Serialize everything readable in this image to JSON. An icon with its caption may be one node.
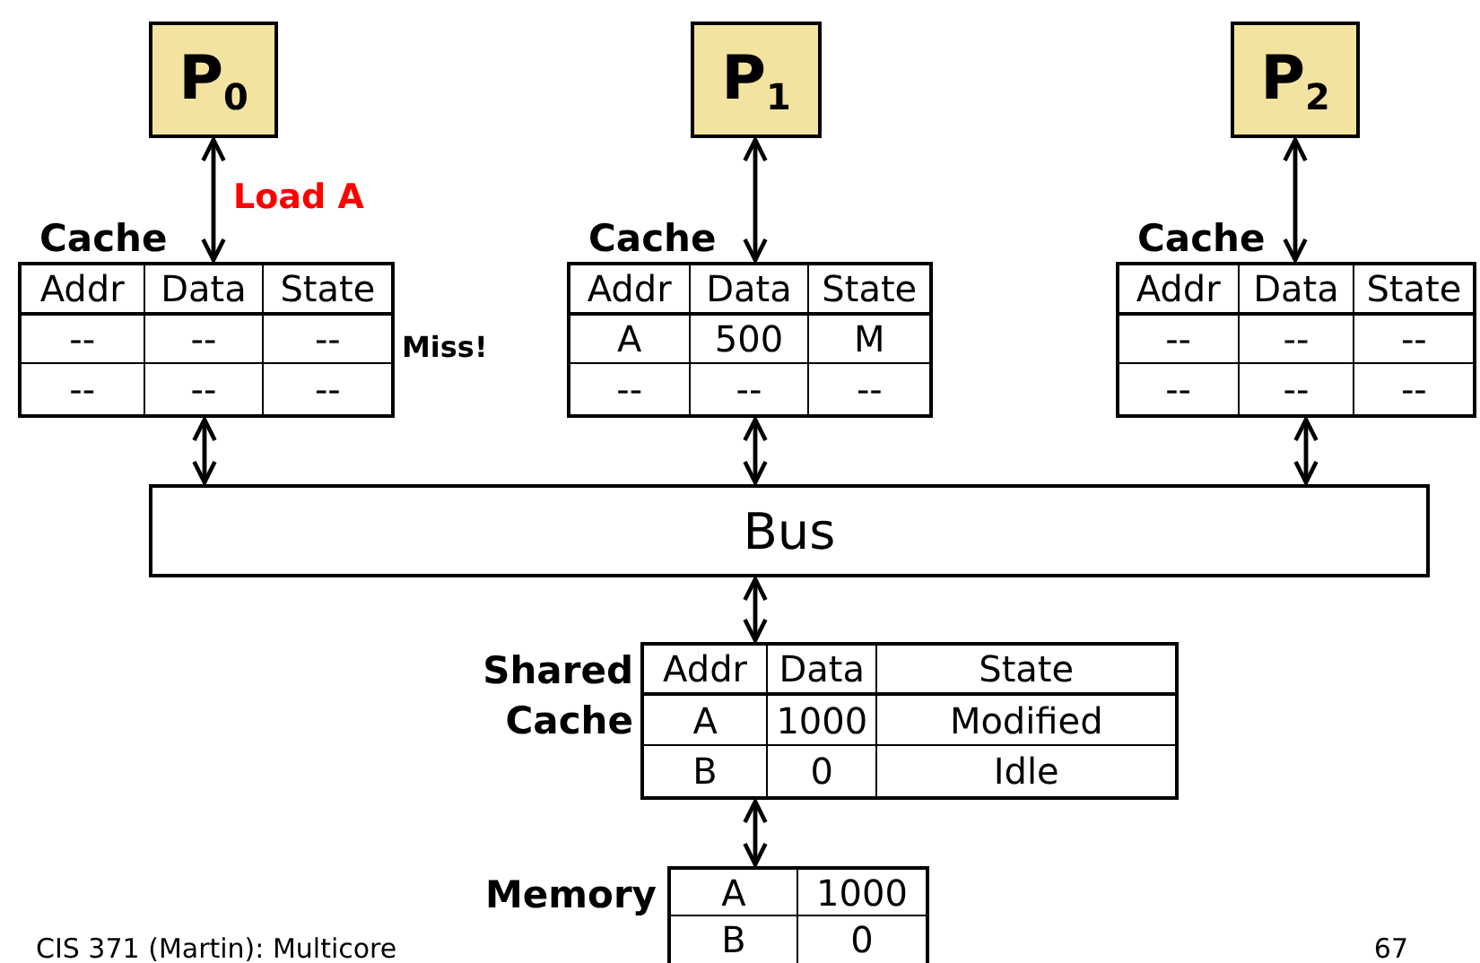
{
  "diagram": {
    "nodes": [
      {
        "text": [
          "P$_{0}$"
        ]
      },
      {
        "text": [
          "P$_{1}$"
        ]
      },
      {
        "text": [
          "P$_{2}$"
        ]
      },
      {
        "text": [
          "Cache",
          "Addr",
          "Data",
          "State",
          "--",
          "--",
          "--",
          "--",
          "--",
          "--"
        ],
        "beside": [
          "Miss!"
        ]
      },
      {
        "text": [
          "Cache",
          "Addr",
          "Data",
          "State",
          "A",
          "500",
          "M",
          "--",
          "--",
          "--"
        ]
      },
      {
        "text": [
          "Cache",
          "Addr",
          "Data",
          "State",
          "--",
          "--",
          "--",
          "--",
          "--",
          "--"
        ]
      },
      {
        "text": [
          "Bus"
        ]
      },
      {
        "text": [
          "Shared Cache",
          "Addr",
          "Data",
          "State",
          "A",
          "1000",
          "Modified",
          "B",
          "0",
          "Idle"
        ]
      },
      {
        "text": [
          "Memory",
          "A",
          "1000",
          "B",
          "0"
        ]
      }
    ],
    "edges": [
      {
        "from": 0,
        "to": 3,
        "arrow": "both",
        "label": "Load A"
      },
      {
        "from": 1,
        "to": 4,
        "arrow": "both"
      },
      {
        "from": 2,
        "to": 5,
        "arrow": "both"
      },
      {
        "from": 3,
        "to": 6,
        "arrow": "both"
      },
      {
        "from": 4,
        "to": 6,
        "arrow": "both"
      },
      {
        "from": 5,
        "to": 6,
        "arrow": "both"
      },
      {
        "from": 6,
        "to": 7,
        "arrow": "both"
      },
      {
        "from": 7,
        "to": 8,
        "arrow": "both"
      }
    ],
    "labels": [
      "CIS 371 (Martin): Multicore",
      "67"
    ]
  }
}
